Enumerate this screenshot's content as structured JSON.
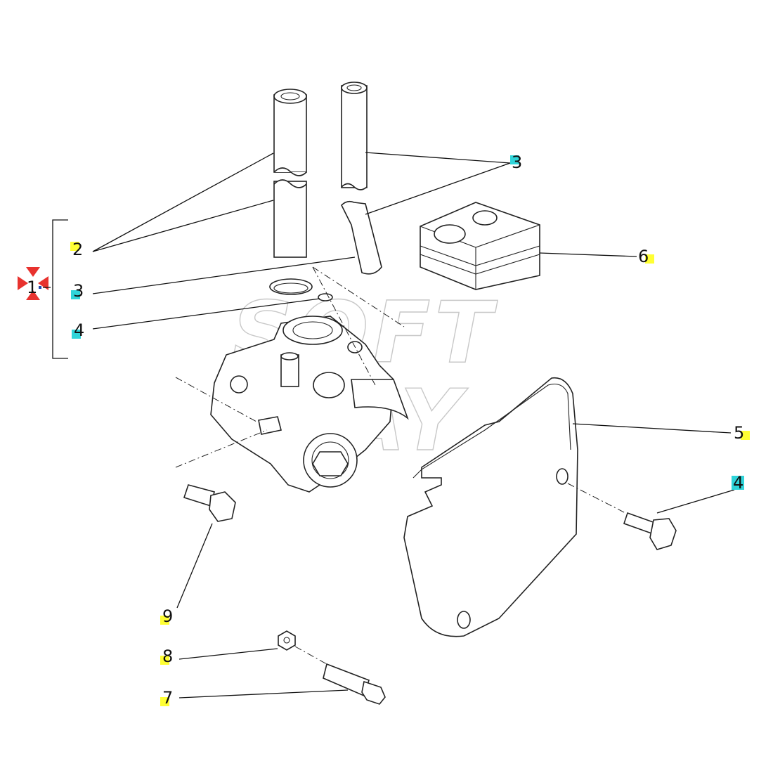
{
  "watermark": {
    "line1": "SOFT",
    "line2": "WAY"
  },
  "colors": {
    "highlight_yellow": "#ffff33",
    "highlight_cyan": "#2fd4d9",
    "marker_red": "#e8322e"
  },
  "callouts": {
    "c1": "1",
    "c2": "2",
    "c3_left": "3",
    "c4_left": "4",
    "c3_top": "3",
    "c6": "6",
    "c5": "5",
    "c4_right": "4",
    "c9": "9",
    "c8": "8",
    "c7": "7"
  }
}
